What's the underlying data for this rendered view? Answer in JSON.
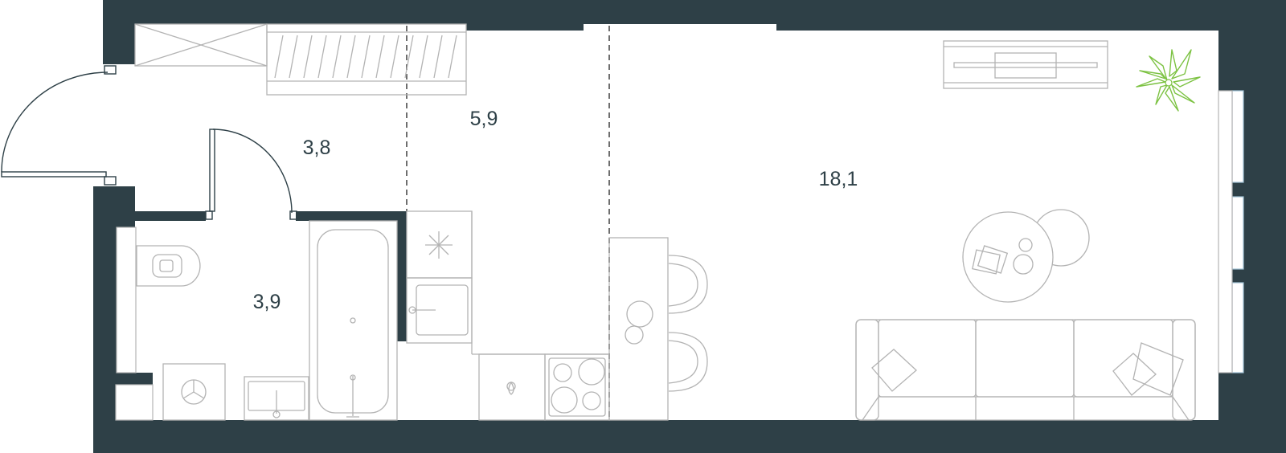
{
  "plan": {
    "rooms": [
      {
        "id": "hall",
        "area": "3,8"
      },
      {
        "id": "kitchen",
        "area": "5,9"
      },
      {
        "id": "living",
        "area": "18,1"
      },
      {
        "id": "bathroom",
        "area": "3,9"
      }
    ],
    "colors": {
      "wall": "#2e4047",
      "furniture": "#b3b3b3",
      "plant": "#7cc242",
      "window": "#9fc2d4"
    }
  }
}
